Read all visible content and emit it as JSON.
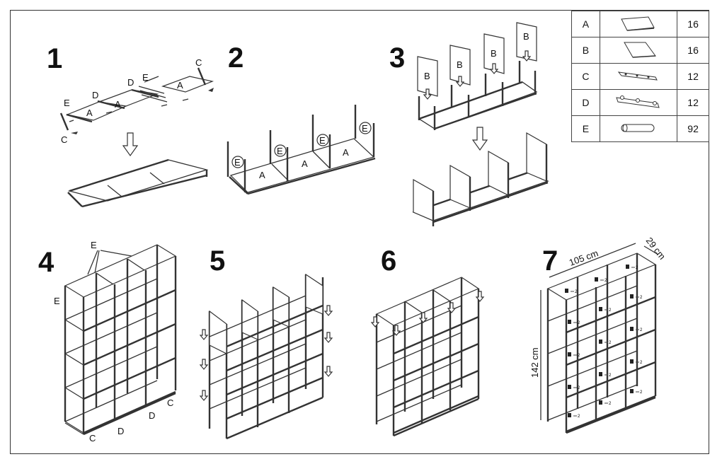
{
  "steps": [
    "1",
    "2",
    "3",
    "4",
    "5",
    "6",
    "7"
  ],
  "parts": [
    {
      "letter": "A",
      "qty": "16",
      "icon": "flat-square-panel-icon"
    },
    {
      "letter": "B",
      "qty": "16",
      "icon": "flat-square-panel-icon"
    },
    {
      "letter": "C",
      "qty": "12",
      "icon": "corner-bar-icon"
    },
    {
      "letter": "D",
      "qty": "12",
      "icon": "middle-bar-icon"
    },
    {
      "letter": "E",
      "qty": "92",
      "icon": "tube-rod-icon"
    }
  ],
  "labels": {
    "A": "A",
    "B": "B",
    "C": "C",
    "D": "D",
    "E": "E"
  },
  "dimensions": {
    "width": "105 cm",
    "depth": "29 cm",
    "height": "142 cm",
    "load": "2"
  }
}
